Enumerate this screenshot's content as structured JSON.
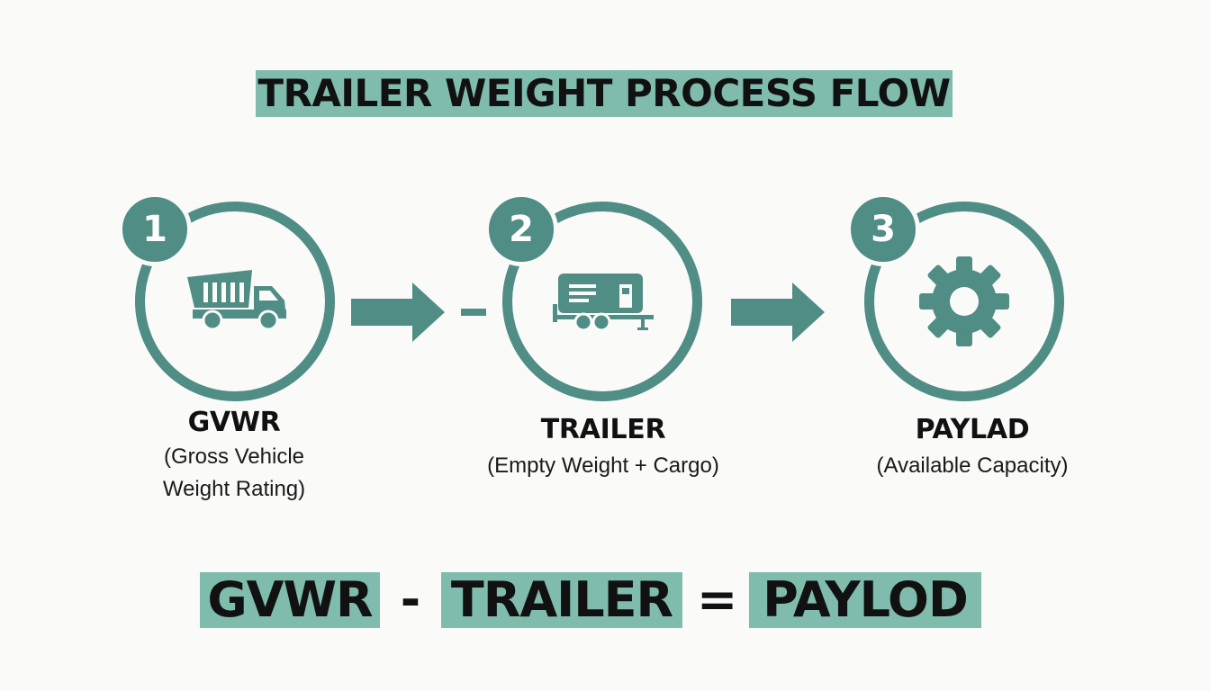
{
  "title": "TRAILER WEIGHT PROCESS FLOW",
  "colors": {
    "accent": "#4f8d85",
    "highlight": "#7fbcae",
    "background": "#fafaf9",
    "text": "#111111"
  },
  "steps": [
    {
      "number": "1",
      "icon": "dump-truck-icon",
      "label": "GVWR",
      "description_line1": "(Gross Vehicle",
      "description_line2": "Weight Rating)"
    },
    {
      "number": "2",
      "icon": "trailer-icon",
      "label": "TRAILER",
      "description_line1": "(Empty Weight + Cargo)"
    },
    {
      "number": "3",
      "icon": "gear-icon",
      "label": "PAYLAD",
      "description_line1": "(Available Capacity)"
    }
  ],
  "connectors": [
    "arrow-right-icon",
    "minus-sign",
    "arrow-right-icon"
  ],
  "equation": {
    "term1": "GVWR",
    "op1": "-",
    "term2": "TRAILER",
    "op2": "=",
    "result": "PAYLOD"
  }
}
